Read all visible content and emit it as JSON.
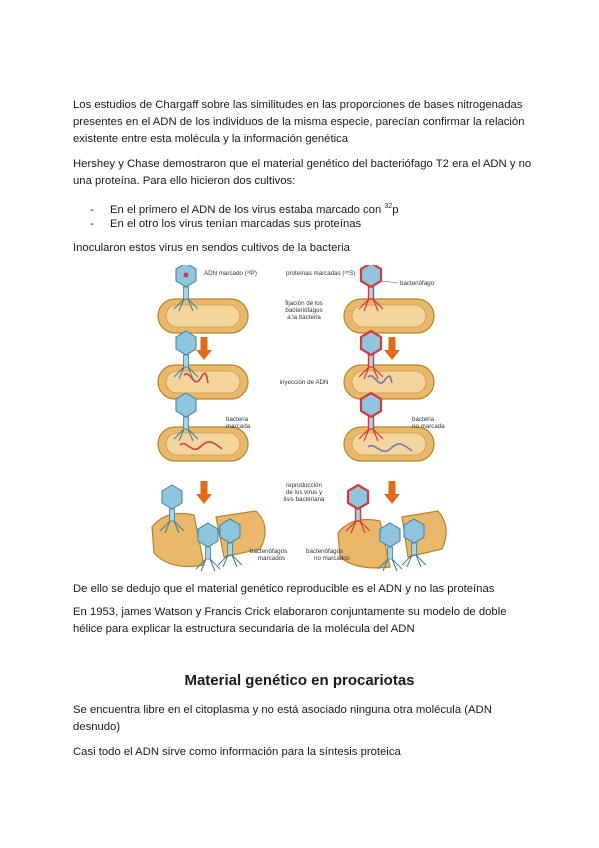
{
  "paragraphs": {
    "p1": "Los estudios de Chargaff sobre las similitudes en las proporciones de bases nitrogenadas presentes en el ADN de los individuos de la misma especie, parecían confirmar la relación existente entre esta molécula y la información genética",
    "p2": "Hershey y Chase demostraron que el material genético del bacteriófago T2 era el ADN y no una proteína. Para ello hicieron dos cultivos:",
    "bullets": [
      {
        "dash": "-",
        "text_before": "En el primero el ADN de los virus estaba marcado con ",
        "sup": "32",
        "text_after": "p"
      },
      {
        "dash": "-",
        "text_before": "En el otro los virus tenían marcadas sus proteínas",
        "sup": "",
        "text_after": ""
      }
    ],
    "p3": "Inocularon estos virus en sendos cultivos de la bacteria",
    "p4": "De ello se dedujo que el material genético reproducible es el ADN y no las proteínas",
    "p5": "En 1953, james Watson y Francis Crick elaboraron conjuntamente su modelo de doble hélice para explicar la estructura secundaria de la molécula del ADN",
    "heading": "Material genético en procariotas",
    "p6": "Se encuentra libre en el citoplasma y no está asociado ninguna otra molécula (ADN desnudo)",
    "p7": "Casi todo el ADN sirve como información para la síntesis proteica"
  },
  "figure": {
    "label_adn": "ADN marcado (³²P)",
    "label_prot": "proteínas marcadas (³⁵S)",
    "label_bacteriofago": "bacteriófago",
    "label_fijacion": [
      "fijación de los",
      "bacteriófagos",
      "a la bacteria"
    ],
    "label_inyeccion": "inyección de ADN",
    "label_bact_marcada": [
      "bacteria",
      "marcada"
    ],
    "label_bact_no_marcada": [
      "bacteria",
      "no marcada"
    ],
    "label_reproduccion": [
      "reproducción",
      "de los virus y",
      "lisis bacteriana"
    ],
    "label_bact_marcados": [
      "bacteriófagos",
      "marcados"
    ],
    "label_bact_no_marcados": [
      "bacteriófagos",
      "no marcados"
    ],
    "colors": {
      "bacteria_fill": "#e9b86a",
      "bacteria_inner": "#f3d49c",
      "bacteria_edge": "#b5832f",
      "arrow": "#e36b1d",
      "phage_head": "#8fc6dd",
      "phage_red": "#d23a3a",
      "dna_red": "#c8413a",
      "dna_blue": "#6f79b5"
    }
  }
}
